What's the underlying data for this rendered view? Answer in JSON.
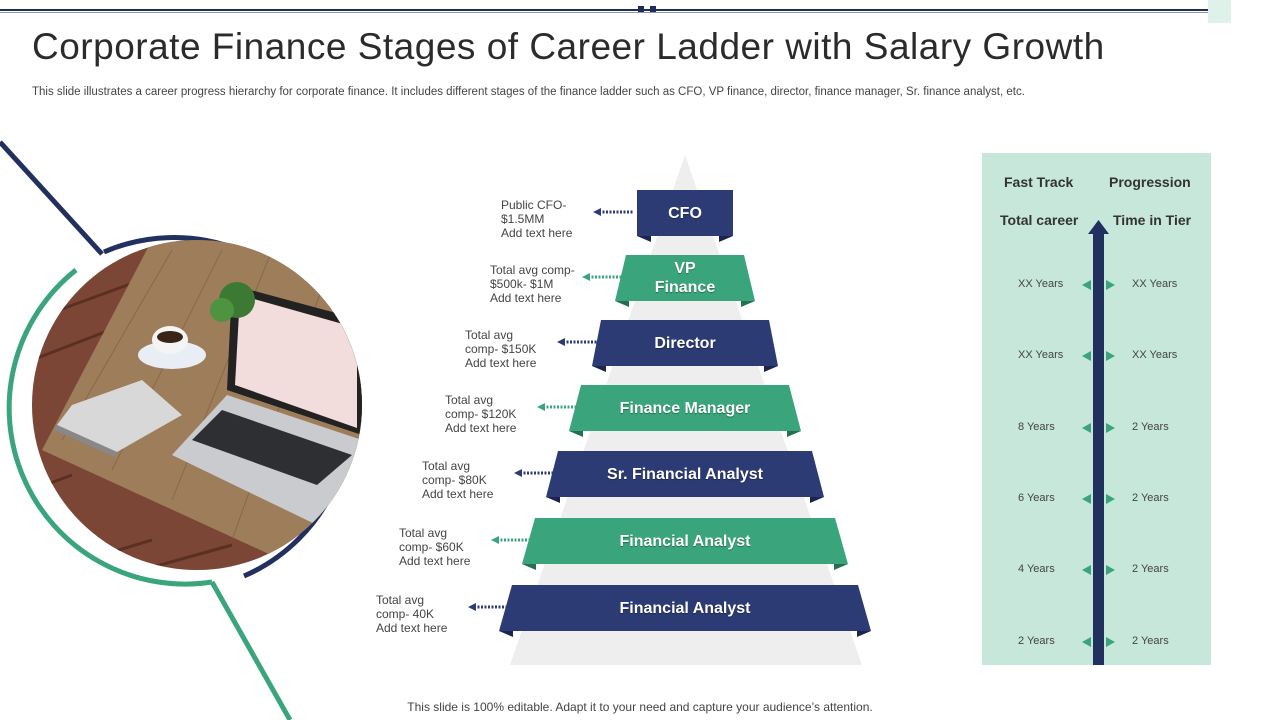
{
  "header": {
    "title": "Corporate Finance Stages of Career Ladder with Salary Growth",
    "subtitle": "This slide illustrates a career progress hierarchy for corporate finance. It includes different stages of the finance ladder such as CFO, VP finance, director, finance manager, Sr. finance analyst, etc."
  },
  "footer": "This slide is 100% editable. Adapt it to your need and capture your audience’s attention.",
  "colors": {
    "navy": "#2c3b73",
    "green": "#3aa57c",
    "panel": "#c6e7da",
    "pyramid": "#eeeeee"
  },
  "photo": {
    "icon": "laptop-desk-photo"
  },
  "tiers": [
    {
      "label": "CFO",
      "comp": [
        "Public CFO-",
        "$1.5MM",
        "Add text here"
      ]
    },
    {
      "label": "VP Finance",
      "label_lines": [
        "VP",
        "Finance"
      ],
      "comp": [
        "Total avg comp-",
        "$500k- $1M",
        "Add text here"
      ]
    },
    {
      "label": "Director",
      "comp": [
        "Total avg",
        "comp- $150K",
        "Add text here"
      ]
    },
    {
      "label": "Finance Manager",
      "comp": [
        "Total avg",
        "comp- $120K",
        "Add text here"
      ]
    },
    {
      "label": "Sr. Financial Analyst",
      "comp": [
        "Total avg",
        "comp- $80K",
        "Add text here"
      ]
    },
    {
      "label": "Financial Analyst",
      "comp": [
        "Total avg",
        "comp- $60K",
        "Add text here"
      ]
    },
    {
      "label": "Financial Analyst",
      "comp": [
        "Total avg",
        "comp- 40K",
        "Add text here"
      ]
    }
  ],
  "panel": {
    "col1_header": "Fast Track",
    "col2_header": "Progression",
    "col1_sub": "Total career",
    "col2_sub": "Time in Tier",
    "rows": [
      {
        "left": "XX Years",
        "right": "XX Years"
      },
      {
        "left": "XX Years",
        "right": "XX Years"
      },
      {
        "left": "8 Years",
        "right": "2 Years"
      },
      {
        "left": "6 Years",
        "right": "2 Years"
      },
      {
        "left": "4 Years",
        "right": "2 Years"
      },
      {
        "left": "2 Years",
        "right": "2 Years"
      }
    ]
  }
}
